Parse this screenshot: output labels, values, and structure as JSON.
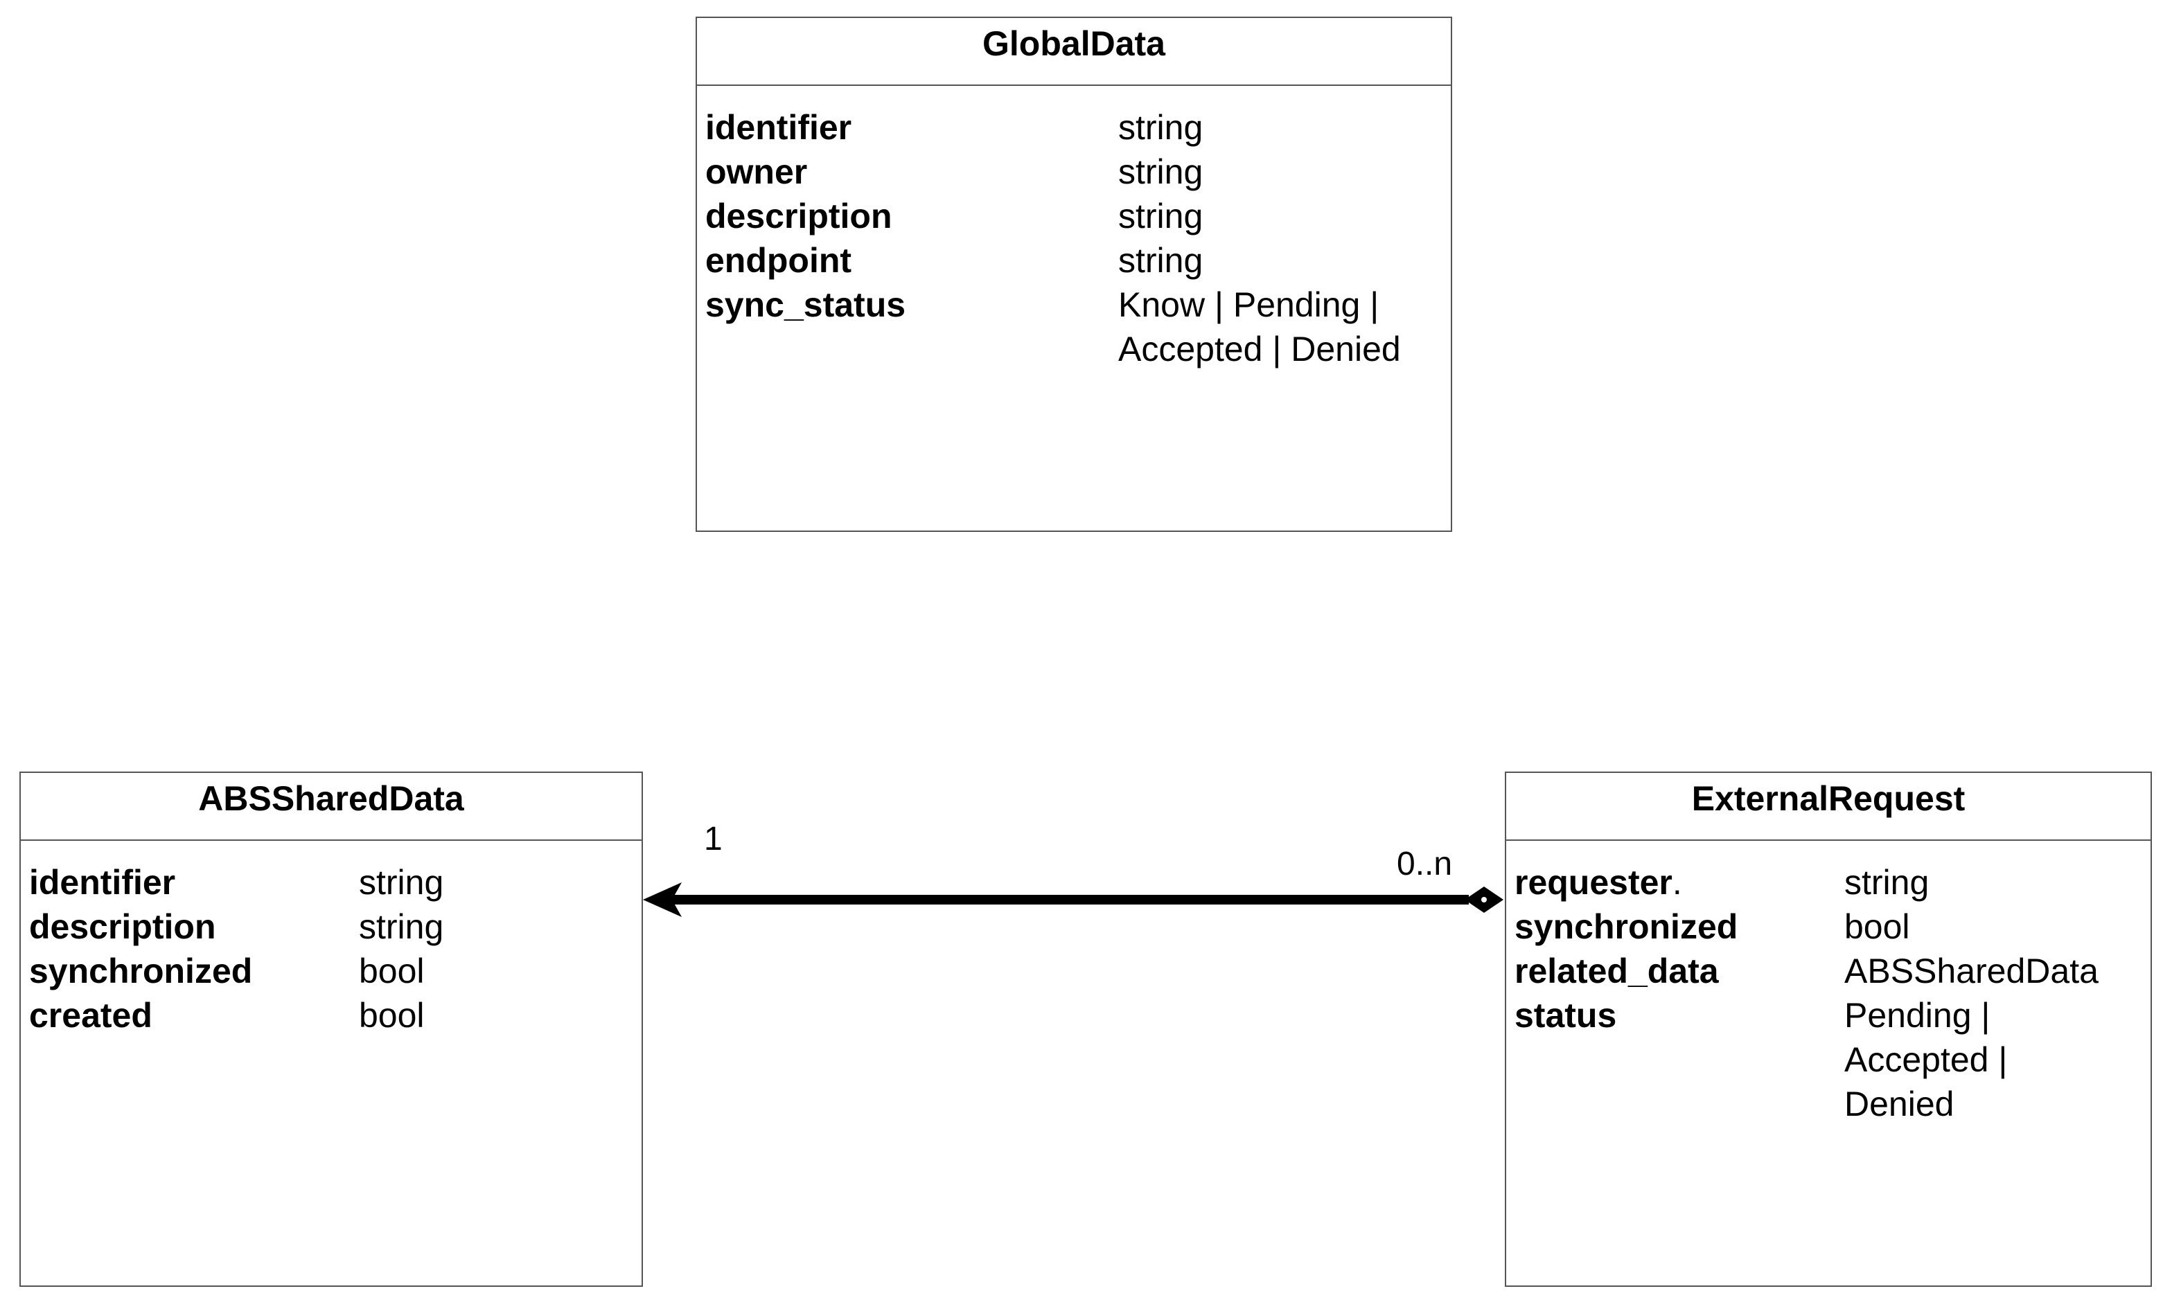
{
  "classes": {
    "global_data": {
      "name": "GlobalData",
      "attributes": [
        {
          "name": "identifier",
          "type": "string"
        },
        {
          "name": "owner",
          "type": "string"
        },
        {
          "name": "description",
          "type": "string"
        },
        {
          "name": "endpoint",
          "type": "string"
        },
        {
          "name": "sync_status",
          "type": "Know | Pending |\nAccepted | Denied"
        }
      ]
    },
    "abs_shared_data": {
      "name": "ABSSharedData",
      "attributes": [
        {
          "name": "identifier",
          "type": "string"
        },
        {
          "name": "description",
          "type": "string"
        },
        {
          "name": "synchronized",
          "type": "bool"
        },
        {
          "name": "created",
          "type": "bool"
        }
      ]
    },
    "external_request": {
      "name": "ExternalRequest",
      "attributes": [
        {
          "name": "requester",
          "suffix": ".",
          "type": "string"
        },
        {
          "name": "synchronized",
          "type": "bool"
        },
        {
          "name": "related_data",
          "type": "ABSSharedData"
        },
        {
          "name": "status",
          "type": "Pending |\nAccepted |\nDenied"
        }
      ]
    }
  },
  "association": {
    "source_multiplicity": "1",
    "target_multiplicity": "0..n"
  }
}
